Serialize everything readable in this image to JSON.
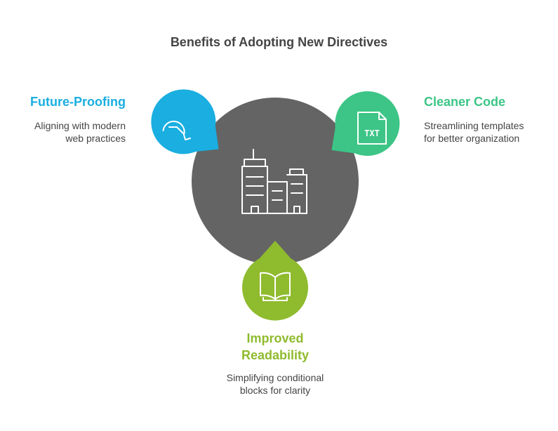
{
  "title": "Benefits of Adopting New Directives",
  "center": {
    "icon": "buildings-icon",
    "color": "#646464"
  },
  "benefits": [
    {
      "title": "Future-Proofing",
      "desc_line1": "Aligning with modern",
      "desc_line2": "web practices",
      "icon": "rotate-arrow-icon",
      "color": "#1AAEE1"
    },
    {
      "title": "Cleaner Code",
      "desc_line1": "Streamlining templates",
      "desc_line2": "for better organization",
      "icon": "txt-file-icon",
      "icon_text": "TXT",
      "color": "#3CC586"
    },
    {
      "title_line1": "Improved",
      "title_line2": "Readability",
      "desc_line1": "Simplifying conditional",
      "desc_line2": "blocks for clarity",
      "icon": "open-book-icon",
      "color": "#8FBB2E"
    }
  ]
}
